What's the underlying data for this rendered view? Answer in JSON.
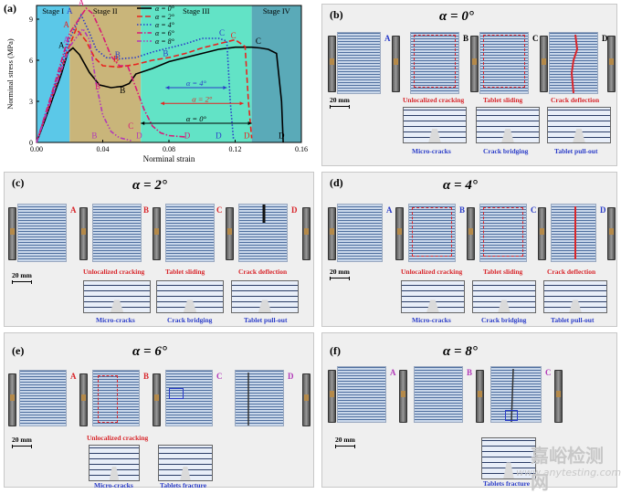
{
  "chart_data": {
    "type": "line",
    "panel_label": "(a)",
    "xlabel": "Norminal strain",
    "ylabel": "Norminal stress (MPa)",
    "xlim": [
      0.0,
      0.16
    ],
    "ylim": [
      0,
      10
    ],
    "x_ticks": [
      "0.00",
      "0.04",
      "0.08",
      "0.12",
      "0.16"
    ],
    "y_ticks": [
      "0",
      "3",
      "6",
      "9"
    ],
    "stages": [
      {
        "label": "Stage I",
        "x_start": 0.0,
        "x_end": 0.02,
        "color": "#5bc8e8"
      },
      {
        "label": "Stage II",
        "x_start": 0.02,
        "x_end": 0.063,
        "color": "#c9b57a"
      },
      {
        "label": "Stage III",
        "x_start": 0.063,
        "x_end": 0.13,
        "color": "#62e3c6"
      },
      {
        "label": "Stage IV",
        "x_start": 0.13,
        "x_end": 0.16,
        "color": "#5aaab8"
      }
    ],
    "series": [
      {
        "name": "α = 0°",
        "color": "#000000",
        "dash": "solid",
        "x": [
          0,
          0.005,
          0.01,
          0.015,
          0.019,
          0.022,
          0.026,
          0.032,
          0.038,
          0.045,
          0.052,
          0.056,
          0.06,
          0.07,
          0.08,
          0.09,
          0.1,
          0.11,
          0.12,
          0.13,
          0.135,
          0.14,
          0.145,
          0.148,
          0.149
        ],
        "y": [
          0,
          1.6,
          3.3,
          5.0,
          6.6,
          6.9,
          6.4,
          5.1,
          4.2,
          4.0,
          4.1,
          4.3,
          5.0,
          5.4,
          5.9,
          6.2,
          6.5,
          6.8,
          6.95,
          6.95,
          6.9,
          6.8,
          6.5,
          3.0,
          0.0
        ]
      },
      {
        "name": "α = 2°",
        "color": "#e8231f",
        "dash": "dash",
        "x": [
          0,
          0.01,
          0.018,
          0.024,
          0.03,
          0.035,
          0.04,
          0.05,
          0.06,
          0.07,
          0.08,
          0.09,
          0.1,
          0.11,
          0.12,
          0.126,
          0.128,
          0.13
        ],
        "y": [
          0,
          3.6,
          6.5,
          8.3,
          7.4,
          6.2,
          5.6,
          5.5,
          5.7,
          6.0,
          6.2,
          6.5,
          6.9,
          7.2,
          7.5,
          7.0,
          3.0,
          0.3
        ]
      },
      {
        "name": "α = 4°",
        "color": "#2a3cc8",
        "dash": "dot",
        "x": [
          0,
          0.01,
          0.02,
          0.027,
          0.032,
          0.036,
          0.042,
          0.05,
          0.06,
          0.07,
          0.08,
          0.09,
          0.1,
          0.11,
          0.115,
          0.117,
          0.119
        ],
        "y": [
          0,
          3.8,
          7.6,
          9.3,
          8.0,
          6.8,
          6.2,
          6.1,
          6.2,
          6.6,
          6.9,
          7.2,
          7.6,
          7.6,
          7.4,
          3.0,
          0.2
        ]
      },
      {
        "name": "α = 6°",
        "color": "#d81b78",
        "dash": "dashdot",
        "x": [
          0,
          0.01,
          0.02,
          0.03,
          0.034,
          0.04,
          0.045,
          0.05,
          0.055,
          0.06,
          0.065,
          0.07,
          0.075,
          0.08,
          0.09
        ],
        "y": [
          0,
          3.9,
          8.0,
          9.8,
          9.4,
          7.8,
          6.3,
          5.6,
          5.6,
          4.0,
          2.4,
          1.2,
          0.7,
          0.5,
          0.4
        ]
      },
      {
        "name": "α = 8°",
        "color": "#b23ab8",
        "dash": "dashdotdot",
        "x": [
          0,
          0.01,
          0.02,
          0.028,
          0.032,
          0.036,
          0.04,
          0.045,
          0.05,
          0.055,
          0.058
        ],
        "y": [
          0,
          3.5,
          7.0,
          8.3,
          7.5,
          4.3,
          2.0,
          0.8,
          0.35,
          0.2,
          0.1
        ]
      }
    ],
    "point_labels": [
      {
        "text": "A",
        "x": 0.015,
        "y": 6.9,
        "color": "#000000"
      },
      {
        "text": "A",
        "x": 0.018,
        "y": 8.4,
        "color": "#e8231f"
      },
      {
        "text": "A",
        "x": 0.02,
        "y": 9.4,
        "color": "#2a3cc8"
      },
      {
        "text": "A",
        "x": 0.027,
        "y": 10.0,
        "color": "#d81b78"
      },
      {
        "text": "A",
        "x": 0.018,
        "y": 7.3,
        "color": "#b23ab8"
      },
      {
        "text": "B",
        "x": 0.052,
        "y": 3.6,
        "color": "#000000"
      },
      {
        "text": "B",
        "x": 0.048,
        "y": 5.9,
        "color": "#e8231f"
      },
      {
        "text": "B",
        "x": 0.049,
        "y": 6.2,
        "color": "#2a3cc8"
      },
      {
        "text": "B",
        "x": 0.037,
        "y": 3.9,
        "color": "#d81b78"
      },
      {
        "text": "B",
        "x": 0.035,
        "y": 0.3,
        "color": "#b23ab8"
      },
      {
        "text": "B",
        "x": 0.078,
        "y": 6.3,
        "color": "#2a3cc8"
      },
      {
        "text": "C",
        "x": 0.057,
        "y": 1.0,
        "color": "#d81b78"
      },
      {
        "text": "C",
        "x": 0.112,
        "y": 7.8,
        "color": "#2a3cc8"
      },
      {
        "text": "C",
        "x": 0.119,
        "y": 7.6,
        "color": "#e8231f"
      },
      {
        "text": "C",
        "x": 0.134,
        "y": 7.2,
        "color": "#000000"
      },
      {
        "text": "D",
        "x": 0.062,
        "y": 0.3,
        "color": "#b23ab8"
      },
      {
        "text": "D",
        "x": 0.091,
        "y": 0.3,
        "color": "#d81b78"
      },
      {
        "text": "D",
        "x": 0.11,
        "y": 0.3,
        "color": "#2a3cc8"
      },
      {
        "text": "D",
        "x": 0.127,
        "y": 0.3,
        "color": "#e8231f"
      },
      {
        "text": "D",
        "x": 0.148,
        "y": 0.3,
        "color": "#000000"
      }
    ],
    "range_annotations": [
      {
        "label": "α = 4°",
        "x_start": 0.078,
        "x_end": 0.115,
        "y": 4.0,
        "color": "#2a3cc8"
      },
      {
        "label": "α = 2°",
        "x_start": 0.075,
        "x_end": 0.125,
        "y": 2.85,
        "color": "#e8231f"
      },
      {
        "label": "α = 0°",
        "x_start": 0.063,
        "x_end": 0.13,
        "y": 1.4,
        "color": "#000000"
      }
    ],
    "legend_placement": "top"
  },
  "panels": [
    {
      "id": "b",
      "label": "(b)",
      "title": "α = 0°",
      "stages": [
        {
          "tag": "A",
          "color": "blue"
        },
        {
          "tag": "B",
          "color": "black"
        },
        {
          "tag": "C",
          "color": "black"
        },
        {
          "tag": "D",
          "color": "black"
        }
      ],
      "captions": [
        "Unlocalized cracking",
        "Tablet sliding",
        "Crack deflection"
      ],
      "zoom_captions": [
        "Micro-cracks",
        "Crack bridging",
        "Tablet pull-out"
      ],
      "scale": "20 mm"
    },
    {
      "id": "c",
      "label": "(c)",
      "title": "α = 2°",
      "stages": [
        {
          "tag": "A",
          "color": "red"
        },
        {
          "tag": "B",
          "color": "red"
        },
        {
          "tag": "C",
          "color": "red"
        },
        {
          "tag": "D",
          "color": "red"
        }
      ],
      "captions": [
        "Unlocalized cracking",
        "Tablet sliding",
        "Crack deflection"
      ],
      "zoom_captions": [
        "Micro-cracks",
        "Crack bridging",
        "Tablet pull-out"
      ],
      "scale": "20 mm"
    },
    {
      "id": "d",
      "label": "(d)",
      "title": "α = 4°",
      "stages": [
        {
          "tag": "A",
          "color": "blue"
        },
        {
          "tag": "B",
          "color": "blue"
        },
        {
          "tag": "C",
          "color": "blue"
        },
        {
          "tag": "D",
          "color": "blue"
        }
      ],
      "captions": [
        "Unlocalized cracking",
        "Tablet sliding",
        "Crack deflection"
      ],
      "zoom_captions": [
        "Micro-cracks",
        "Crack bridging",
        "Tablet pull-out"
      ],
      "scale": "20 mm"
    },
    {
      "id": "e",
      "label": "(e)",
      "title": "α = 6°",
      "stages": [
        {
          "tag": "A",
          "color": "red"
        },
        {
          "tag": "B",
          "color": "red"
        },
        {
          "tag": "C",
          "color": "purple"
        },
        {
          "tag": "D",
          "color": "purple"
        }
      ],
      "captions": [
        "Unlocalized cracking"
      ],
      "zoom_captions": [
        "Micro-cracks",
        "Tablets fracture"
      ],
      "scale": "20 mm"
    },
    {
      "id": "f",
      "label": "(f)",
      "title": "α = 8°",
      "stages": [
        {
          "tag": "A",
          "color": "purple"
        },
        {
          "tag": "B",
          "color": "purple"
        },
        {
          "tag": "C",
          "color": "purple"
        }
      ],
      "captions": [],
      "zoom_captions": [
        "Tablets fracture"
      ],
      "scale": "20 mm"
    }
  ],
  "watermark": {
    "logo_text": "嘉峪检测网",
    "url_text": "www.anytesting.com"
  }
}
